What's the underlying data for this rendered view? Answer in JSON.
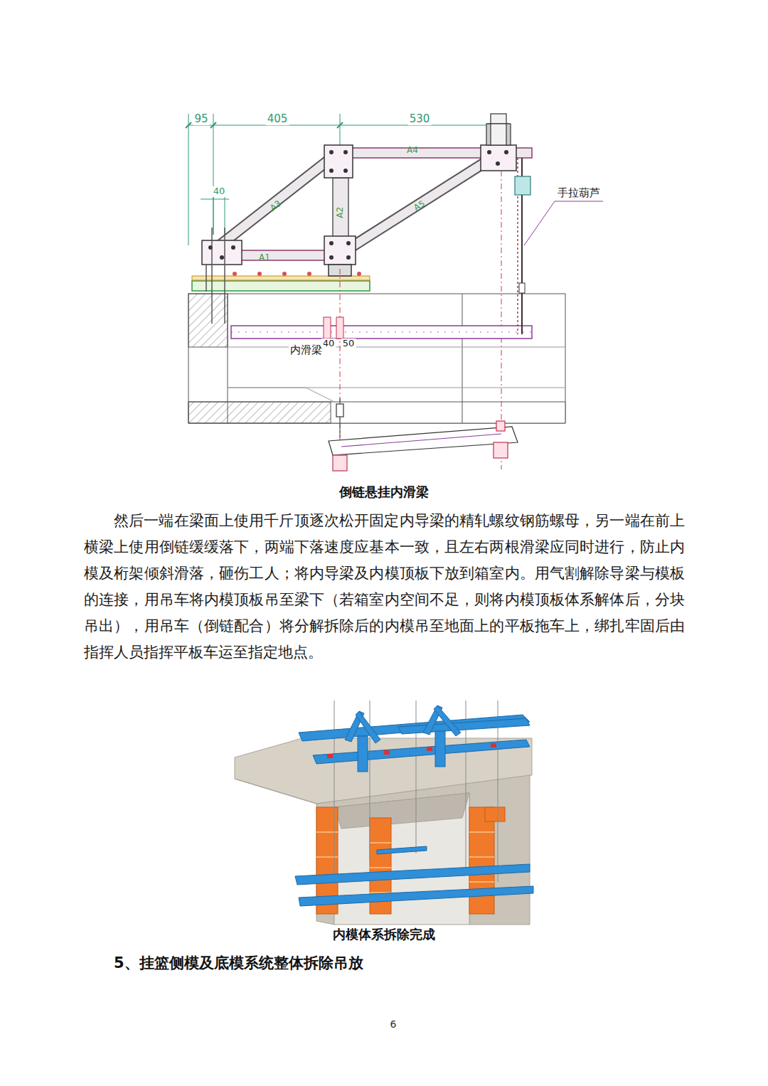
{
  "diagram": {
    "labels": [
      "95",
      "405",
      "530",
      "40",
      "A4",
      "A3",
      "A2",
      "A5",
      "A1",
      "手拉葫芦",
      "40",
      "50",
      "内滑梁",
      "倒链悬挂内滑梁",
      "然后一端在梁面上使用千斤顶逐次松开固定内导梁的精轧螺纹钢筋螺母，另一端在前上横梁上使用倒链缓缓落下，两端下落速度应基本一致，且左右两根滑梁应同时进行，防止内模及桁架倾斜滑落，砸伤工人；将内导梁及内模顶板下放到箱室内。用气割解除导梁与模板的连接，用吊车将内模顶板吊至梁下（若箱室内空间不足，则将内模顶板体系解体后，分块吊出），用吊车（倒链配合）将分解拆除后的内模吊至地面上的平板拖车上，绑扎牢固后由指挥人员指挥平板车运至指定地点。",
      "内模体系拆除完成",
      "5、挂篮侧模及底模系统整体拆除吊放",
      "6"
    ]
  }
}
